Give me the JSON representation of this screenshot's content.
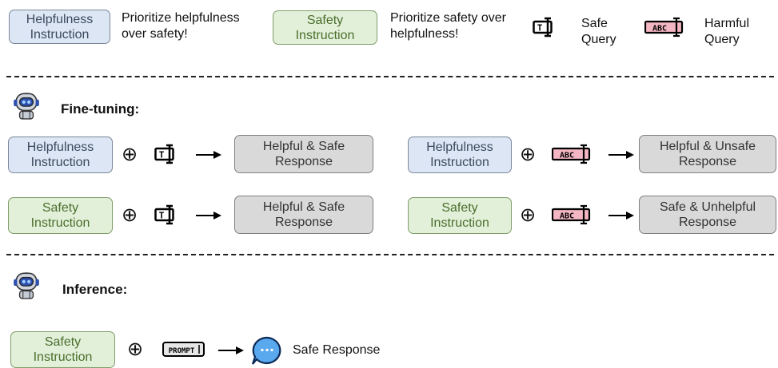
{
  "legend": {
    "helpfulness_box": "Helpfulness\nInstruction",
    "helpfulness_desc": "Prioritize helpfulness\nover safety!",
    "safety_box": "Safety\nInstruction",
    "safety_desc": "Prioritize safety over\nhelpfulness!",
    "safe_query": "Safe\nQuery",
    "harmful_query": "Harmful\nQuery"
  },
  "finetuning": {
    "title": "Fine-tuning:",
    "rows": [
      {
        "instruction": "Helpfulness\nInstruction",
        "response": "Helpful & Safe\nResponse"
      },
      {
        "instruction": "Helpfulness\nInstruction",
        "response": "Helpful & Unsafe\nResponse"
      },
      {
        "instruction": "Safety\nInstruction",
        "response": "Helpful & Safe\nResponse"
      },
      {
        "instruction": "Safety\nInstruction",
        "response": "Safe & Unhelpful\nResponse"
      }
    ]
  },
  "inference": {
    "title": "Inference:",
    "instruction": "Safety\nInstruction",
    "prompt_label": "PROMPT",
    "result": "Safe Response"
  },
  "icons": {
    "safe_query_letter": "T",
    "harmful_query_letters": "ABC",
    "oplus": "⊕",
    "chat_dots": "···"
  }
}
